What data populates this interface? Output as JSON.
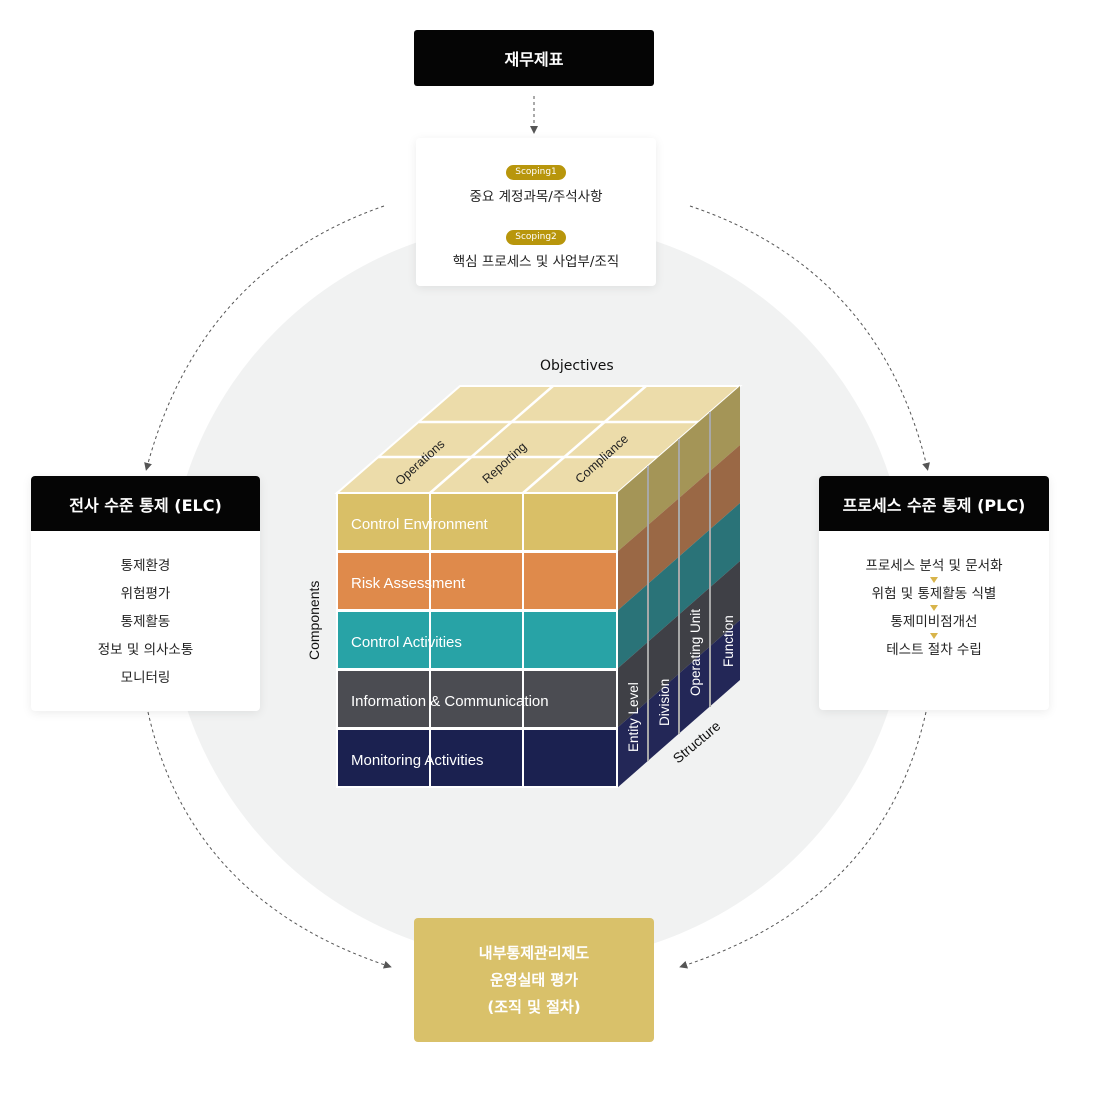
{
  "top_box": {
    "label": "재무제표"
  },
  "scoping": {
    "items": [
      {
        "tag": "Scoping1",
        "text": "중요 계정과목/주석사항"
      },
      {
        "tag": "Scoping2",
        "text": "핵심 프로세스 및 사업부/조직"
      }
    ]
  },
  "elc": {
    "title": "전사  수준 통제 (ELC)",
    "items": [
      "통제환경",
      "위험평가",
      "통제활동",
      "정보 및 의사소통",
      "모니터링"
    ]
  },
  "plc": {
    "title": "프로세스 수준 통제 (PLC)",
    "items": [
      "프로세스 분석 및 문서화",
      "위험 및 통제활동 식별",
      "통제미비점개선",
      "테스트 절차 수립"
    ]
  },
  "bottom_box": {
    "lines": [
      "내부통제관리제도",
      "운영실태 평가",
      "(조직 및 절차)"
    ]
  },
  "cube": {
    "objectives_label": "Objectives",
    "components_label": "Components",
    "structure_label": "Structure",
    "top_labels": [
      "Operations",
      "Reporting",
      "Compliance"
    ],
    "rows": [
      {
        "label": "Control Environment",
        "color": "#d9bf67"
      },
      {
        "label": "Risk Assessment",
        "color": "#df8a4b"
      },
      {
        "label": "Control Activities",
        "color": "#28a3a6"
      },
      {
        "label": "Information & Communication",
        "color": "#4b4c52"
      },
      {
        "label": "Monitoring Activities",
        "color": "#1b2150"
      }
    ],
    "side_labels": [
      "Entity Level",
      "Division",
      "Operating Unit",
      "Function"
    ]
  }
}
